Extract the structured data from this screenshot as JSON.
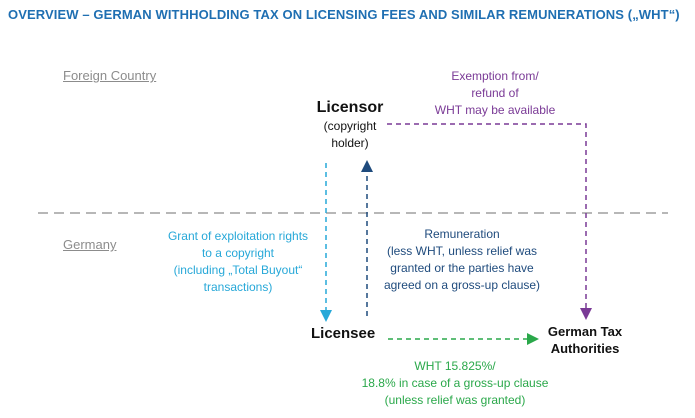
{
  "title": "OVERVIEW – GERMAN WITHHOLDING TAX ON LICENSING FEES AND SIMILAR REMUNERATIONS („WHT“)",
  "regions": {
    "foreign": "Foreign Country",
    "germany": "Germany"
  },
  "licensor": {
    "name": "Licensor",
    "sub1": "(copyright",
    "sub2": "holder)"
  },
  "licensee": {
    "name": "Licensee"
  },
  "authorities": {
    "line1": "German Tax",
    "line2": "Authorities"
  },
  "exemption": {
    "line1": "Exemption from/",
    "line2": "refund of",
    "line3": "WHT may be available"
  },
  "grant": {
    "line1": "Grant of exploitation rights",
    "line2": "to a copyright",
    "line3": "(including „Total Buyout“",
    "line4": "transactions)"
  },
  "remuneration": {
    "line1": "Remuneration",
    "line2": "(less WHT, unless relief was",
    "line3": "granted or the parties have",
    "line4": "agreed on a gross-up clause)"
  },
  "wht": {
    "line1": "WHT 15.825%/",
    "line2": "18.8% in case of a gross-up clause",
    "line3": "(unless relief was granted)"
  },
  "colors": {
    "title": "#1f6fb2",
    "purple": "#7a3a96",
    "lightblue": "#27a8d8",
    "navy": "#1f4b7d",
    "green": "#2aa84a",
    "divider": "#8c8c8c"
  }
}
